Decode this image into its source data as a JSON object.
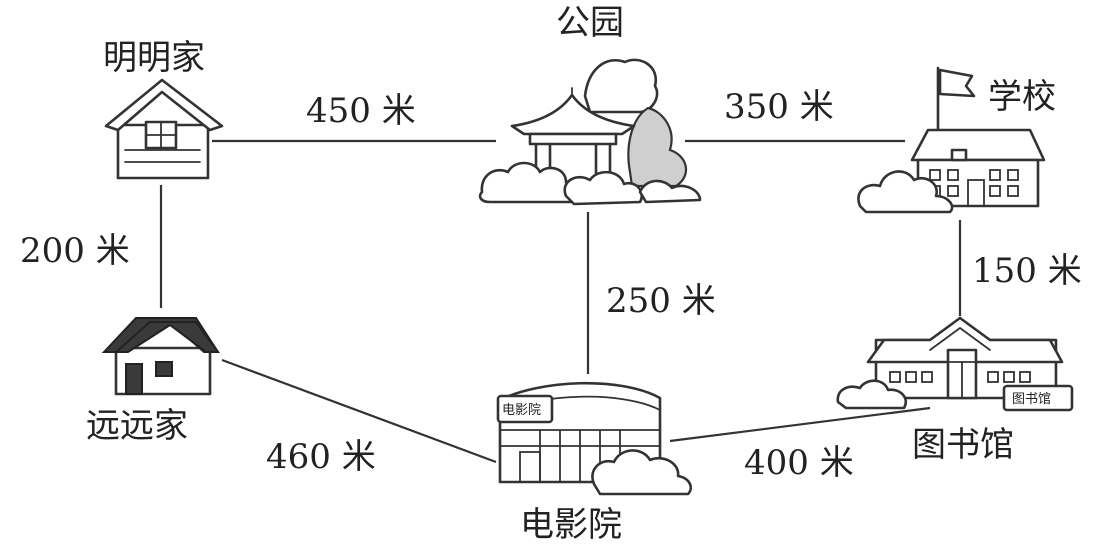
{
  "places": {
    "mingming_home": "明明家",
    "park": "公园",
    "school": "学校",
    "yuanyuan_home": "远远家",
    "cinema": "电影院",
    "library": "图书馆"
  },
  "signs": {
    "cinema_sign": "电影院",
    "library_sign": "图书馆"
  },
  "routes": {
    "mingming_to_park": "450 米",
    "park_to_school": "350 米",
    "mingming_to_yuanyuan": "200 米",
    "park_to_cinema": "250 米",
    "school_to_library": "150 米",
    "yuanyuan_to_cinema": "460 米",
    "cinema_to_library": "400 米"
  }
}
